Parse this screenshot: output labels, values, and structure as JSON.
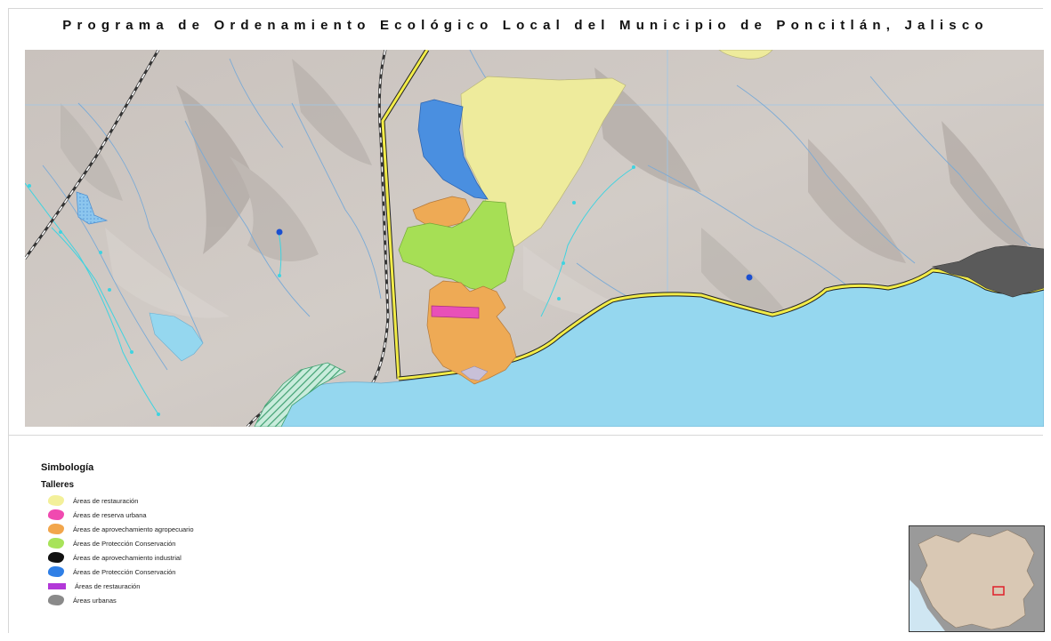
{
  "title": "Programa de Ordenamiento Ecológico Local del Municipio de Poncitlán, Jalisco",
  "colors": {
    "lake": "#95d7ef",
    "lake_stroke": "#6aaed0",
    "terrain": "#cdc7c2",
    "highway": "#f2ec48",
    "river": "#7aaad6",
    "stream_cyan": "#3fd3e0",
    "grid": "#9ec7e8"
  },
  "legend": {
    "title": "Simbología",
    "subtitle": "Talleres",
    "items": [
      {
        "label": "Áreas de restauración",
        "color": "#f3f09a",
        "icon": "blob-swatch"
      },
      {
        "label": "Áreas de reserva urbana",
        "color": "#f04ab0",
        "icon": "blob-swatch"
      },
      {
        "label": "Áreas de aprovechamiento agropecuario",
        "color": "#f2a64c",
        "icon": "blob-swatch"
      },
      {
        "label": "Áreas de Protección Conservación",
        "color": "#a8e35a",
        "icon": "blob-swatch"
      },
      {
        "label": "Áreas de aprovechamiento industrial",
        "color": "#111111",
        "icon": "blob-swatch"
      },
      {
        "label": "Áreas de Protección Conservación",
        "color": "#2f7fe6",
        "icon": "blob-swatch"
      },
      {
        "label": "Áreas de restauración",
        "color": "#b238d8",
        "icon": "rect-swatch"
      },
      {
        "label": "Áreas urbanas",
        "color": "#8a8a8a",
        "icon": "blob-swatch"
      }
    ]
  },
  "zones": {
    "restauracion": "#eeeb9c",
    "proteccion_azul": "#4a8fe0",
    "agropecuario": "#eeaa55",
    "proteccion_verde": "#a6df55",
    "reserva_urbana": "#e850b8",
    "urbana": "#5a5a5a",
    "rayado": "#3fa070"
  },
  "inset": {
    "land": "#d9c8b4",
    "outside": "#9a9a9a",
    "ocean": "#cfe6f2",
    "marker": "#e0202a"
  }
}
